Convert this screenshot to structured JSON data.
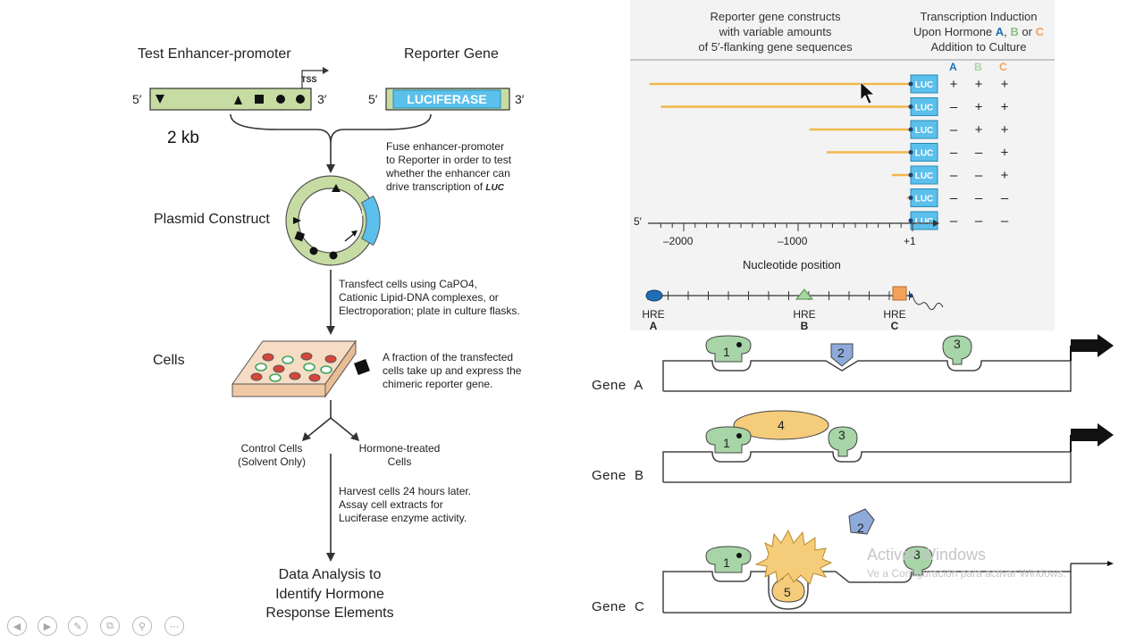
{
  "left": {
    "test_enhancer_title": "Test Enhancer-promoter",
    "reporter_gene_title": "Reporter Gene",
    "tss": "TSS",
    "five_prime": "5′",
    "three_prime": "3′",
    "luciferase": "LUCIFERASE",
    "size_label": "2 kb",
    "fuse_text": [
      "Fuse enhancer-promoter",
      "to Reporter in order to test",
      "whether the enhancer can",
      "drive transcription of "
    ],
    "luc_italic": "LUC",
    "plasmid_label": "Plasmid Construct",
    "plasmid_luc": "LUC",
    "transfect_text": [
      "Transfect cells using CaPO4,",
      "Cationic Lipid-DNA complexes, or",
      "Electroporation; plate in culture flasks."
    ],
    "cells_label": "Cells",
    "fraction_text": [
      "A fraction of the transfected",
      "cells take up and express the",
      "chimeric reporter gene."
    ],
    "control_cells": [
      "Control Cells",
      "(Solvent Only)"
    ],
    "hormone_cells": [
      "Hormone-treated",
      "Cells"
    ],
    "harvest_text": [
      "Harvest cells 24 hours later.",
      "Assay cell extracts for",
      "Luciferase enzyme activity."
    ],
    "data_analysis": [
      "Data Analysis to",
      "Identify Hormone",
      "Response Elements"
    ]
  },
  "right": {
    "header_constructs": [
      "Reporter gene constructs",
      "with variable amounts",
      "of 5′-flanking gene sequences"
    ],
    "header_induction_1": "Transcription Induction",
    "header_induction_2a": "Upon Hormone ",
    "hormone_a": "A",
    "hormone_b": "B",
    "hormone_c": "C",
    "header_or": " or ",
    "header_induction_3": "Addition to Culture",
    "col_labels": [
      "A",
      "B",
      "C"
    ],
    "luc": "LUC",
    "constructs": [
      {
        "start": -2300,
        "a": "+",
        "b": "+",
        "c": "+"
      },
      {
        "start": -2200,
        "a": "–",
        "b": "+",
        "c": "+"
      },
      {
        "start": -900,
        "a": "–",
        "b": "+",
        "c": "+"
      },
      {
        "start": -750,
        "a": "–",
        "b": "–",
        "c": "+"
      },
      {
        "start": -180,
        "a": "–",
        "b": "–",
        "c": "+"
      },
      {
        "start": -50,
        "a": "–",
        "b": "–",
        "c": "–"
      },
      {
        "start": -20,
        "a": "–",
        "b": "–",
        "c": "–"
      }
    ],
    "axis_five": "5′",
    "axis_ticks": [
      "–2000",
      "–1000",
      "+1"
    ],
    "axis_label": "Nucleotide position",
    "hre_label": "HRE",
    "hre_letters": [
      "A",
      "B",
      "C"
    ]
  },
  "genes": {
    "labels": [
      "Gene  A",
      "Gene  B",
      "Gene  C"
    ],
    "factor_numbers": [
      "1",
      "2",
      "3",
      "4",
      "5"
    ]
  },
  "watermark": {
    "line1": "Activar Windows",
    "line2": "Ve a Configuración para activar Windows."
  },
  "colors": {
    "green_fill": "#c7dca2",
    "luc_blue": "#5bc0eb",
    "orange_line": "#f2b84b",
    "hre_a": "#1f6fb5",
    "hre_b": "#a8d5a2",
    "hre_c": "#f4a259",
    "factor_green": "#a8d5a8",
    "factor_blue": "#8eaadb",
    "factor_orange": "#f5cc7a"
  },
  "controls": [
    "back-icon",
    "play-icon",
    "pen-icon",
    "copy-icon",
    "zoom-icon",
    "more-icon"
  ]
}
